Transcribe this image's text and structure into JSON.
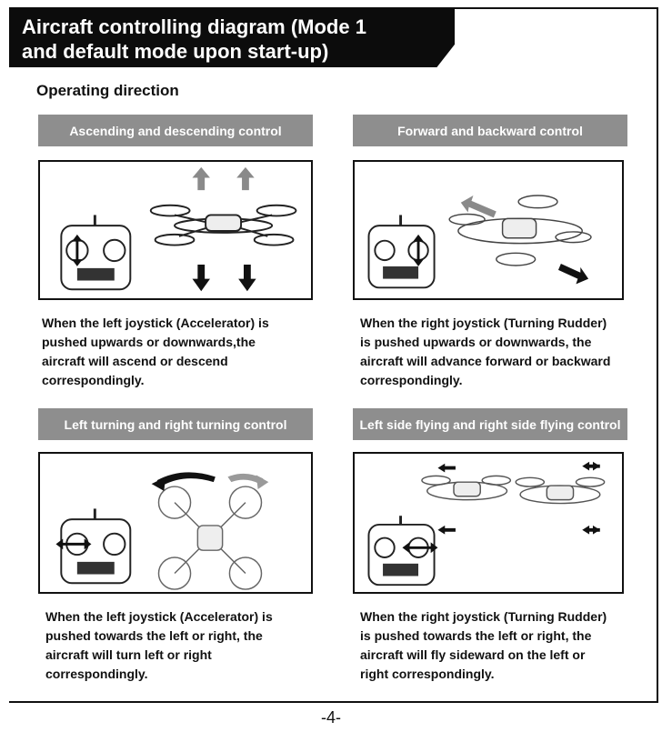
{
  "title": {
    "line1": "Aircraft controlling diagram (Mode 1",
    "line2": "and default mode upon start-up)"
  },
  "section_heading": "Operating direction",
  "panels": [
    {
      "label": "Ascending and descending control",
      "caption": [
        "When the left joystick (Accelerator) is",
        "pushed upwards or downwards,the",
        "aircraft will ascend or descend",
        "correspondingly."
      ]
    },
    {
      "label": "Forward and backward control",
      "caption": [
        "When the right joystick (Turning Rudder)",
        "is pushed upwards or downwards, the",
        "aircraft will advance forward or backward",
        "correspondingly."
      ]
    },
    {
      "label": "Left turning and right turning control",
      "caption": [
        "When the left joystick (Accelerator) is",
        "pushed towards the left or right, the",
        "aircraft will turn left or right",
        "correspondingly."
      ]
    },
    {
      "label": "Left side flying and right side flying control",
      "caption": [
        "When the right joystick (Turning Rudder)",
        "is pushed towards the left or right, the",
        "aircraft will fly sideward on the left or",
        "right correspondingly."
      ]
    }
  ],
  "page_number": "-4-",
  "colors": {
    "label_bg": "#8e8e8e",
    "title_bg": "#0c0c0c",
    "arrow_grey": "#8a8a8a",
    "arrow_black": "#111111"
  }
}
